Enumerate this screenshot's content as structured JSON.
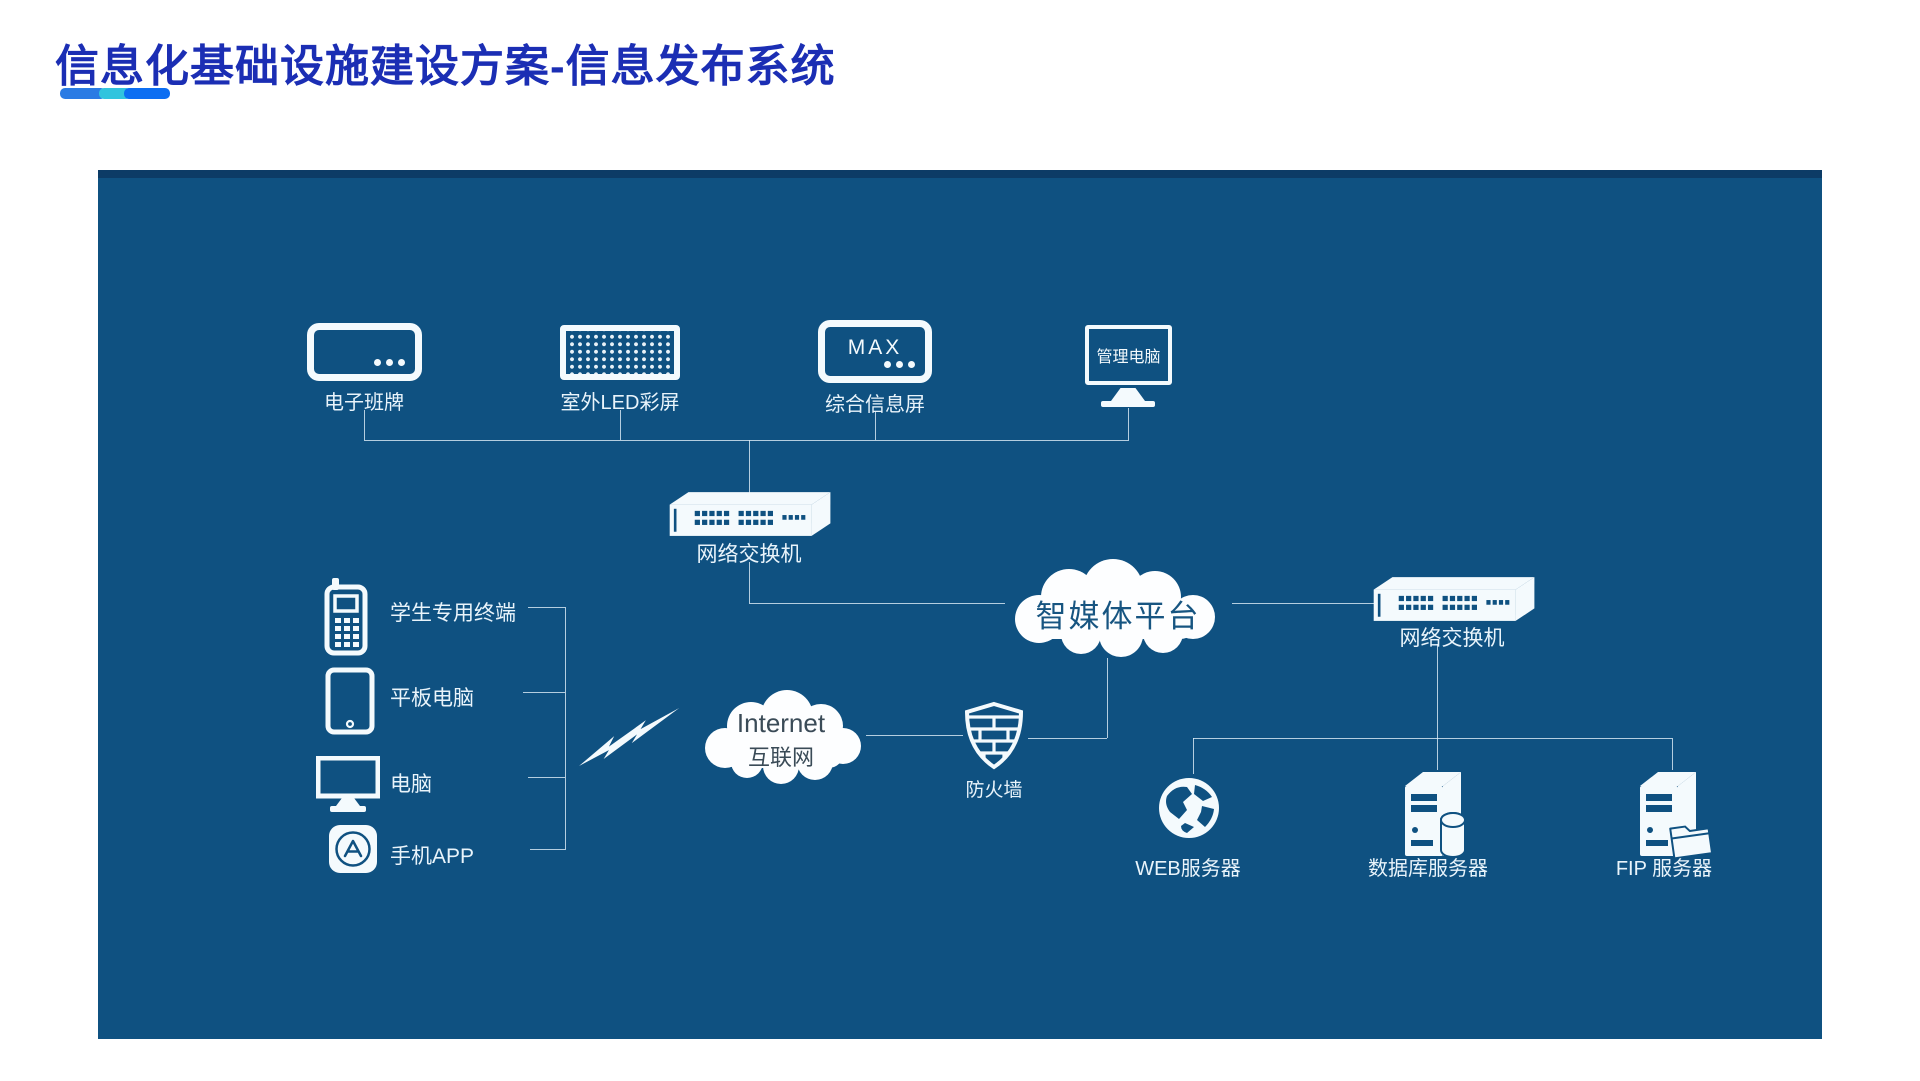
{
  "title": "信息化基础设施建设方案-信息发布系统",
  "colors": {
    "title_text": "#1B2EB4",
    "panel_background": "#0F5181",
    "panel_top_strip": "#0C3B66",
    "icon_white": "#F4FAFD",
    "connector_line": "#DEEEF8",
    "underline_blue": "#2A7BE4",
    "underline_cyan": "#31C4DE",
    "underline_bright_blue": "#0C6EF2"
  },
  "diagram": {
    "top_devices": [
      {
        "label": "电子班牌"
      },
      {
        "label": "室外LED彩屏"
      },
      {
        "label": "综合信息屏",
        "screen_text": "MAX"
      },
      {
        "label": "管理电脑"
      }
    ],
    "center_switch": {
      "label": "网络交换机"
    },
    "right_switch": {
      "label": "网络交换机"
    },
    "platform_cloud": {
      "label": "智媒体平台"
    },
    "internet_cloud": {
      "line1": "Internet",
      "line2": "互联网"
    },
    "firewall": {
      "label": "防火墙"
    },
    "clients": [
      {
        "label": "学生专用终端"
      },
      {
        "label": "平板电脑"
      },
      {
        "label": "电脑"
      },
      {
        "label": "手机APP"
      }
    ],
    "servers": [
      {
        "label": "WEB服务器"
      },
      {
        "label": "数据库服务器"
      },
      {
        "label": "FIP 服务器"
      }
    ]
  }
}
